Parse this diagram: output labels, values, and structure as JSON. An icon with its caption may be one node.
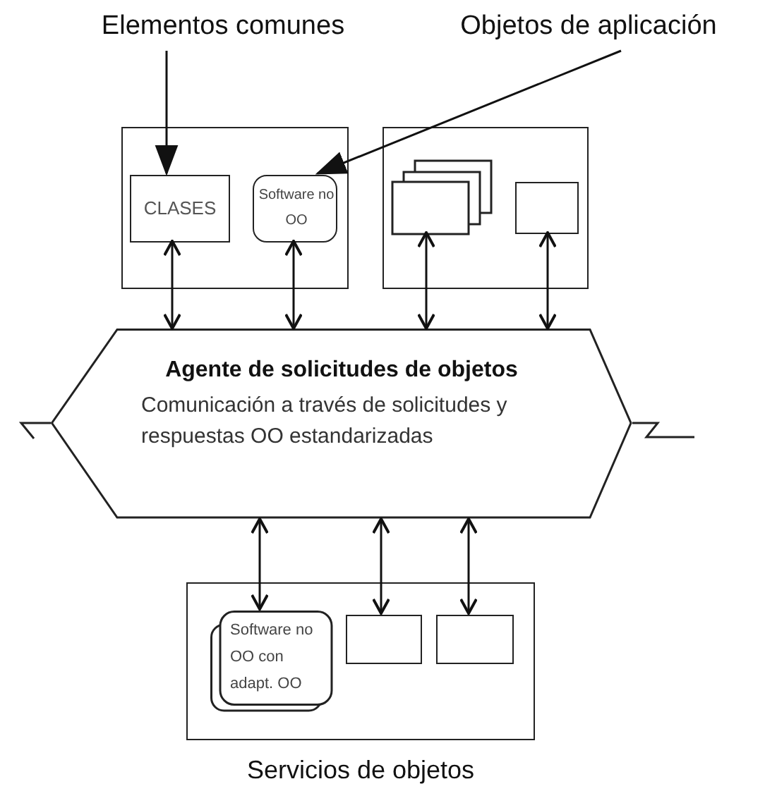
{
  "diagram": {
    "nodes": [
      {
        "text": [
          "Elementos comunes"
        ]
      },
      {
        "text": [
          "Objetos de aplicación"
        ]
      },
      {
        "text": [],
        "shape": "box"
      },
      {
        "text": [
          "CLASES"
        ],
        "in": 2
      },
      {
        "text": [
          "Software no OO"
        ],
        "in": 2
      },
      {
        "text": [],
        "shape": "box"
      },
      {
        "text": [],
        "shape": "box",
        "in": 5
      },
      {
        "text": [],
        "shape": "box",
        "in": 5
      },
      {
        "text": [
          "Agente de solicitudes de objetos",
          "Comunicación a través de solicitudes y respuestas OO estandarizadas"
        ]
      },
      {
        "text": [],
        "shape": "box",
        "beside": [
          "Servicios de objetos"
        ]
      },
      {
        "text": [
          "Software no OO con adapt. OO"
        ],
        "in": 9
      },
      {
        "text": [],
        "shape": "box",
        "in": 9
      },
      {
        "text": [],
        "shape": "box",
        "in": 9
      }
    ],
    "edges": [
      {
        "from": 0,
        "to": 3,
        "arrow": "to"
      },
      {
        "from": 1,
        "to": 4,
        "arrow": "to"
      },
      {
        "from": 3,
        "to": 8,
        "arrow": "both"
      },
      {
        "from": 4,
        "to": 8,
        "arrow": "both"
      },
      {
        "from": 6,
        "to": 8,
        "arrow": "both"
      },
      {
        "from": 7,
        "to": 8,
        "arrow": "both"
      },
      {
        "from": 8,
        "to": 10,
        "arrow": "both"
      },
      {
        "from": 8,
        "to": 11,
        "arrow": "both"
      },
      {
        "from": 8,
        "to": 12,
        "arrow": "both"
      }
    ]
  }
}
